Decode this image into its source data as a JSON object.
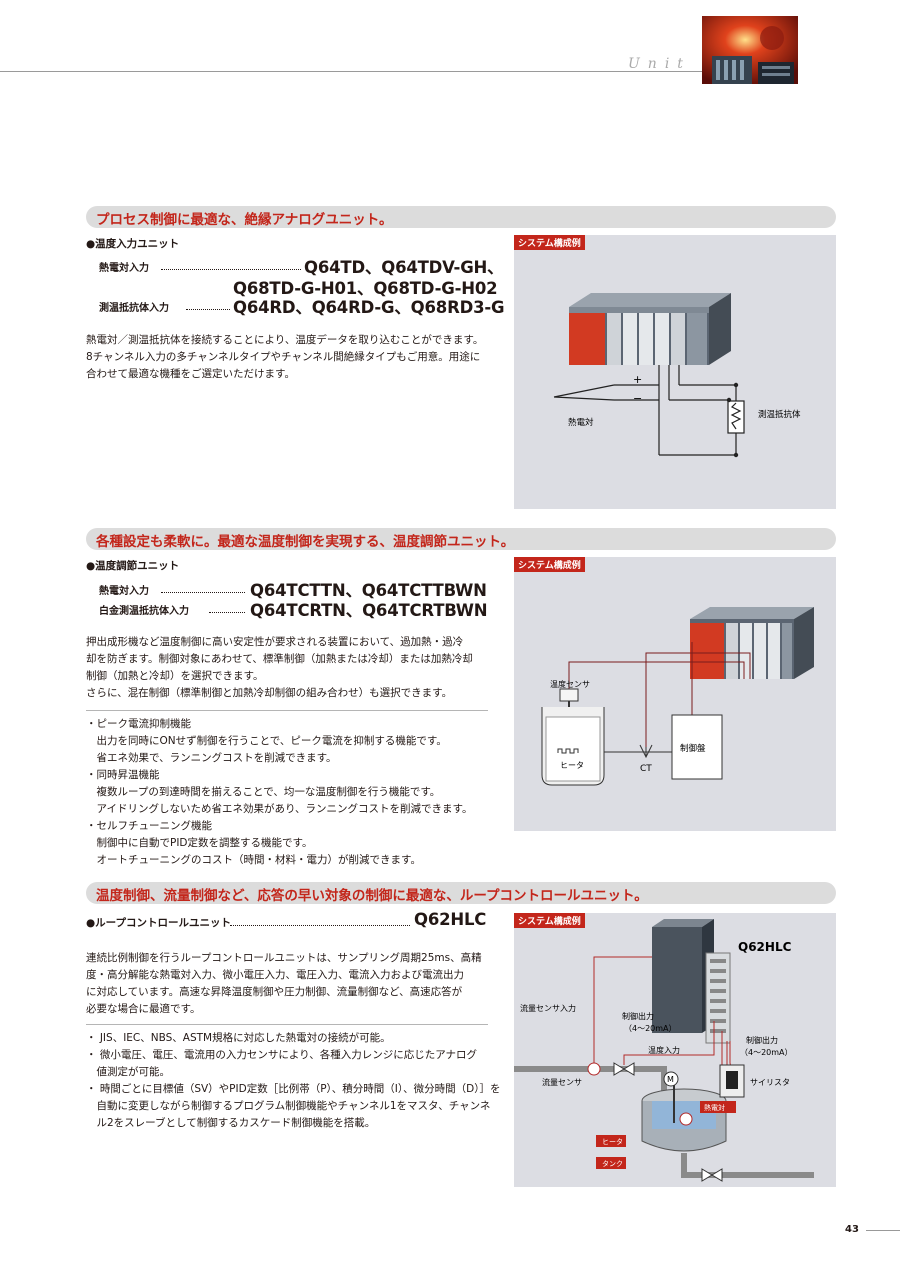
{
  "header": {
    "unit_word": "Unit"
  },
  "section1": {
    "title": "プロセス制御に最適な、絶縁アナログユニット。",
    "bullet": "●温度入力ユニット",
    "rows": [
      {
        "label": "熱電対入力",
        "model": "Q64TD、Q64TDV-GH、"
      },
      {
        "label": "",
        "model": "Q68TD-G-H01、Q68TD-G-H02"
      },
      {
        "label": "測温抵抗体入力",
        "model": "Q64RD、Q64RD-G、Q68RD3-G"
      }
    ],
    "body": [
      "熱電対／測温抵抗体を接続することにより、温度データを取り込むことができます。",
      "8チャンネル入力の多チャンネルタイプやチャンネル間絶縁タイプもご用意。用途に",
      "合わせて最適な機種をご選定いただけます。"
    ],
    "diagram": {
      "tag": "システム構成例",
      "thermocouple": "熱電対",
      "rtd": "測温抵抗体",
      "plus": "+",
      "minus": "−"
    }
  },
  "section2": {
    "title": "各種設定も柔軟に。最適な温度制御を実現する、温度調節ユニット。",
    "bullet": "●温度調節ユニット",
    "rows": [
      {
        "label": "熱電対入力",
        "model": "Q64TCTTN、Q64TCTTBWN"
      },
      {
        "label": "白金測温抵抗体入力",
        "model": "Q64TCRTN、Q64TCRTBWN"
      }
    ],
    "body": [
      "押出成形機など温度制御に高い安定性が要求される装置において、過加熱・過冷",
      "却を防ぎます。制御対象にあわせて、標準制御（加熱または冷却）または加熱冷却",
      "制御（加熱と冷却）を選択できます。",
      "さらに、混在制御（標準制御と加熱冷却制御の組み合わせ）も選択できます。"
    ],
    "features": [
      "・ピーク電流抑制機能",
      "　出力を同時にONせず制御を行うことで、ピーク電流を抑制する機能です。",
      "　省エネ効果で、ランニングコストを削減できます。",
      "・同時昇温機能",
      "　複数ループの到達時間を揃えることで、均一な温度制御を行う機能です。",
      "　アイドリングしないため省エネ効果があり、ランニングコストを削減できます。",
      "・セルフチューニング機能",
      "　制御中に自動でPID定数を調整する機能です。",
      "　オートチューニングのコスト（時間・材料・電力）が削減できます。"
    ],
    "diagram": {
      "tag": "システム構成例",
      "sensor": "温度センサ",
      "heater": "ヒータ",
      "ct": "CT",
      "panel": "制御盤"
    }
  },
  "section3": {
    "title": "温度制御、流量制御など、応答の早い対象の制御に最適な、ループコントロールユニット。",
    "bullet": "●ループコントロールユニット",
    "model": "Q62HLC",
    "body": [
      "連続比例制御を行うループコントロールユニットは、サンプリング周期25ms、高精",
      "度・高分解能な熱電対入力、微小電圧入力、電圧入力、電流入力および電流出力",
      "に対応しています。高速な昇降温度制御や圧力制御、流量制御など、高速応答が",
      "必要な場合に最適です。"
    ],
    "features": [
      "・ JIS、IEC、NBS、ASTM規格に対応した熱電対の接続が可能。",
      "・ 微小電圧、電圧、電流用の入力センサにより、各種入力レンジに応じたアナログ",
      "　値測定が可能。",
      "・ 時間ごとに目標値（SV）やPID定数［比例帯（P）、積分時間（I）、微分時間（D）］を",
      "　自動に変更しながら制御するプログラム制御機能やチャンネル1をマスタ、チャンネ",
      "　ル2をスレーブとして制御するカスケード制御機能を搭載。"
    ],
    "diagram": {
      "tag": "システム構成例",
      "unit": "Q62HLC",
      "flow_in": "流量センサ入力",
      "ctrl_out1": "制御出力",
      "ctrl_out1_range": "（4〜20mA）",
      "ctrl_out2": "制御出力",
      "ctrl_out2_range": "（4〜20mA）",
      "temp_in": "温度入力",
      "flow_sensor": "流量センサ",
      "thyristor": "サイリスタ",
      "motor": "M",
      "tc": "熱電対",
      "heater": "ヒータ",
      "tank": "タンク"
    }
  },
  "footer": {
    "page": "43"
  }
}
